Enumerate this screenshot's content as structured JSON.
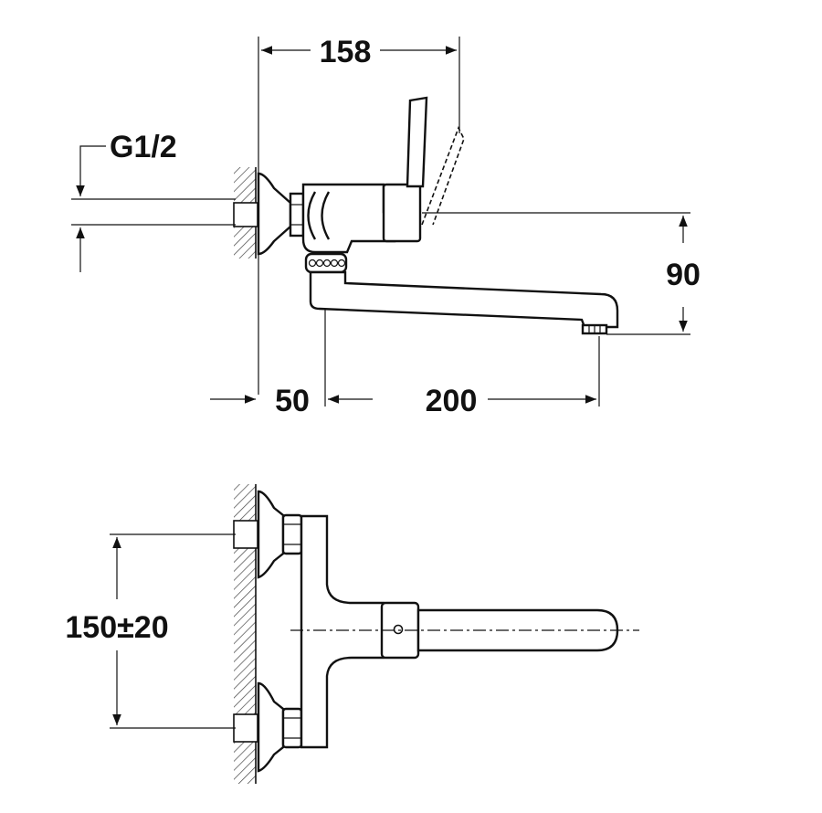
{
  "dimensions": {
    "width_overall": "158",
    "thread": "G1/2",
    "height_spout": "90",
    "wall_offset": "50",
    "spout_reach": "200",
    "center_distance": "150±20"
  },
  "colors": {
    "line": "#111111",
    "background": "#ffffff",
    "hatch": "#444444"
  }
}
